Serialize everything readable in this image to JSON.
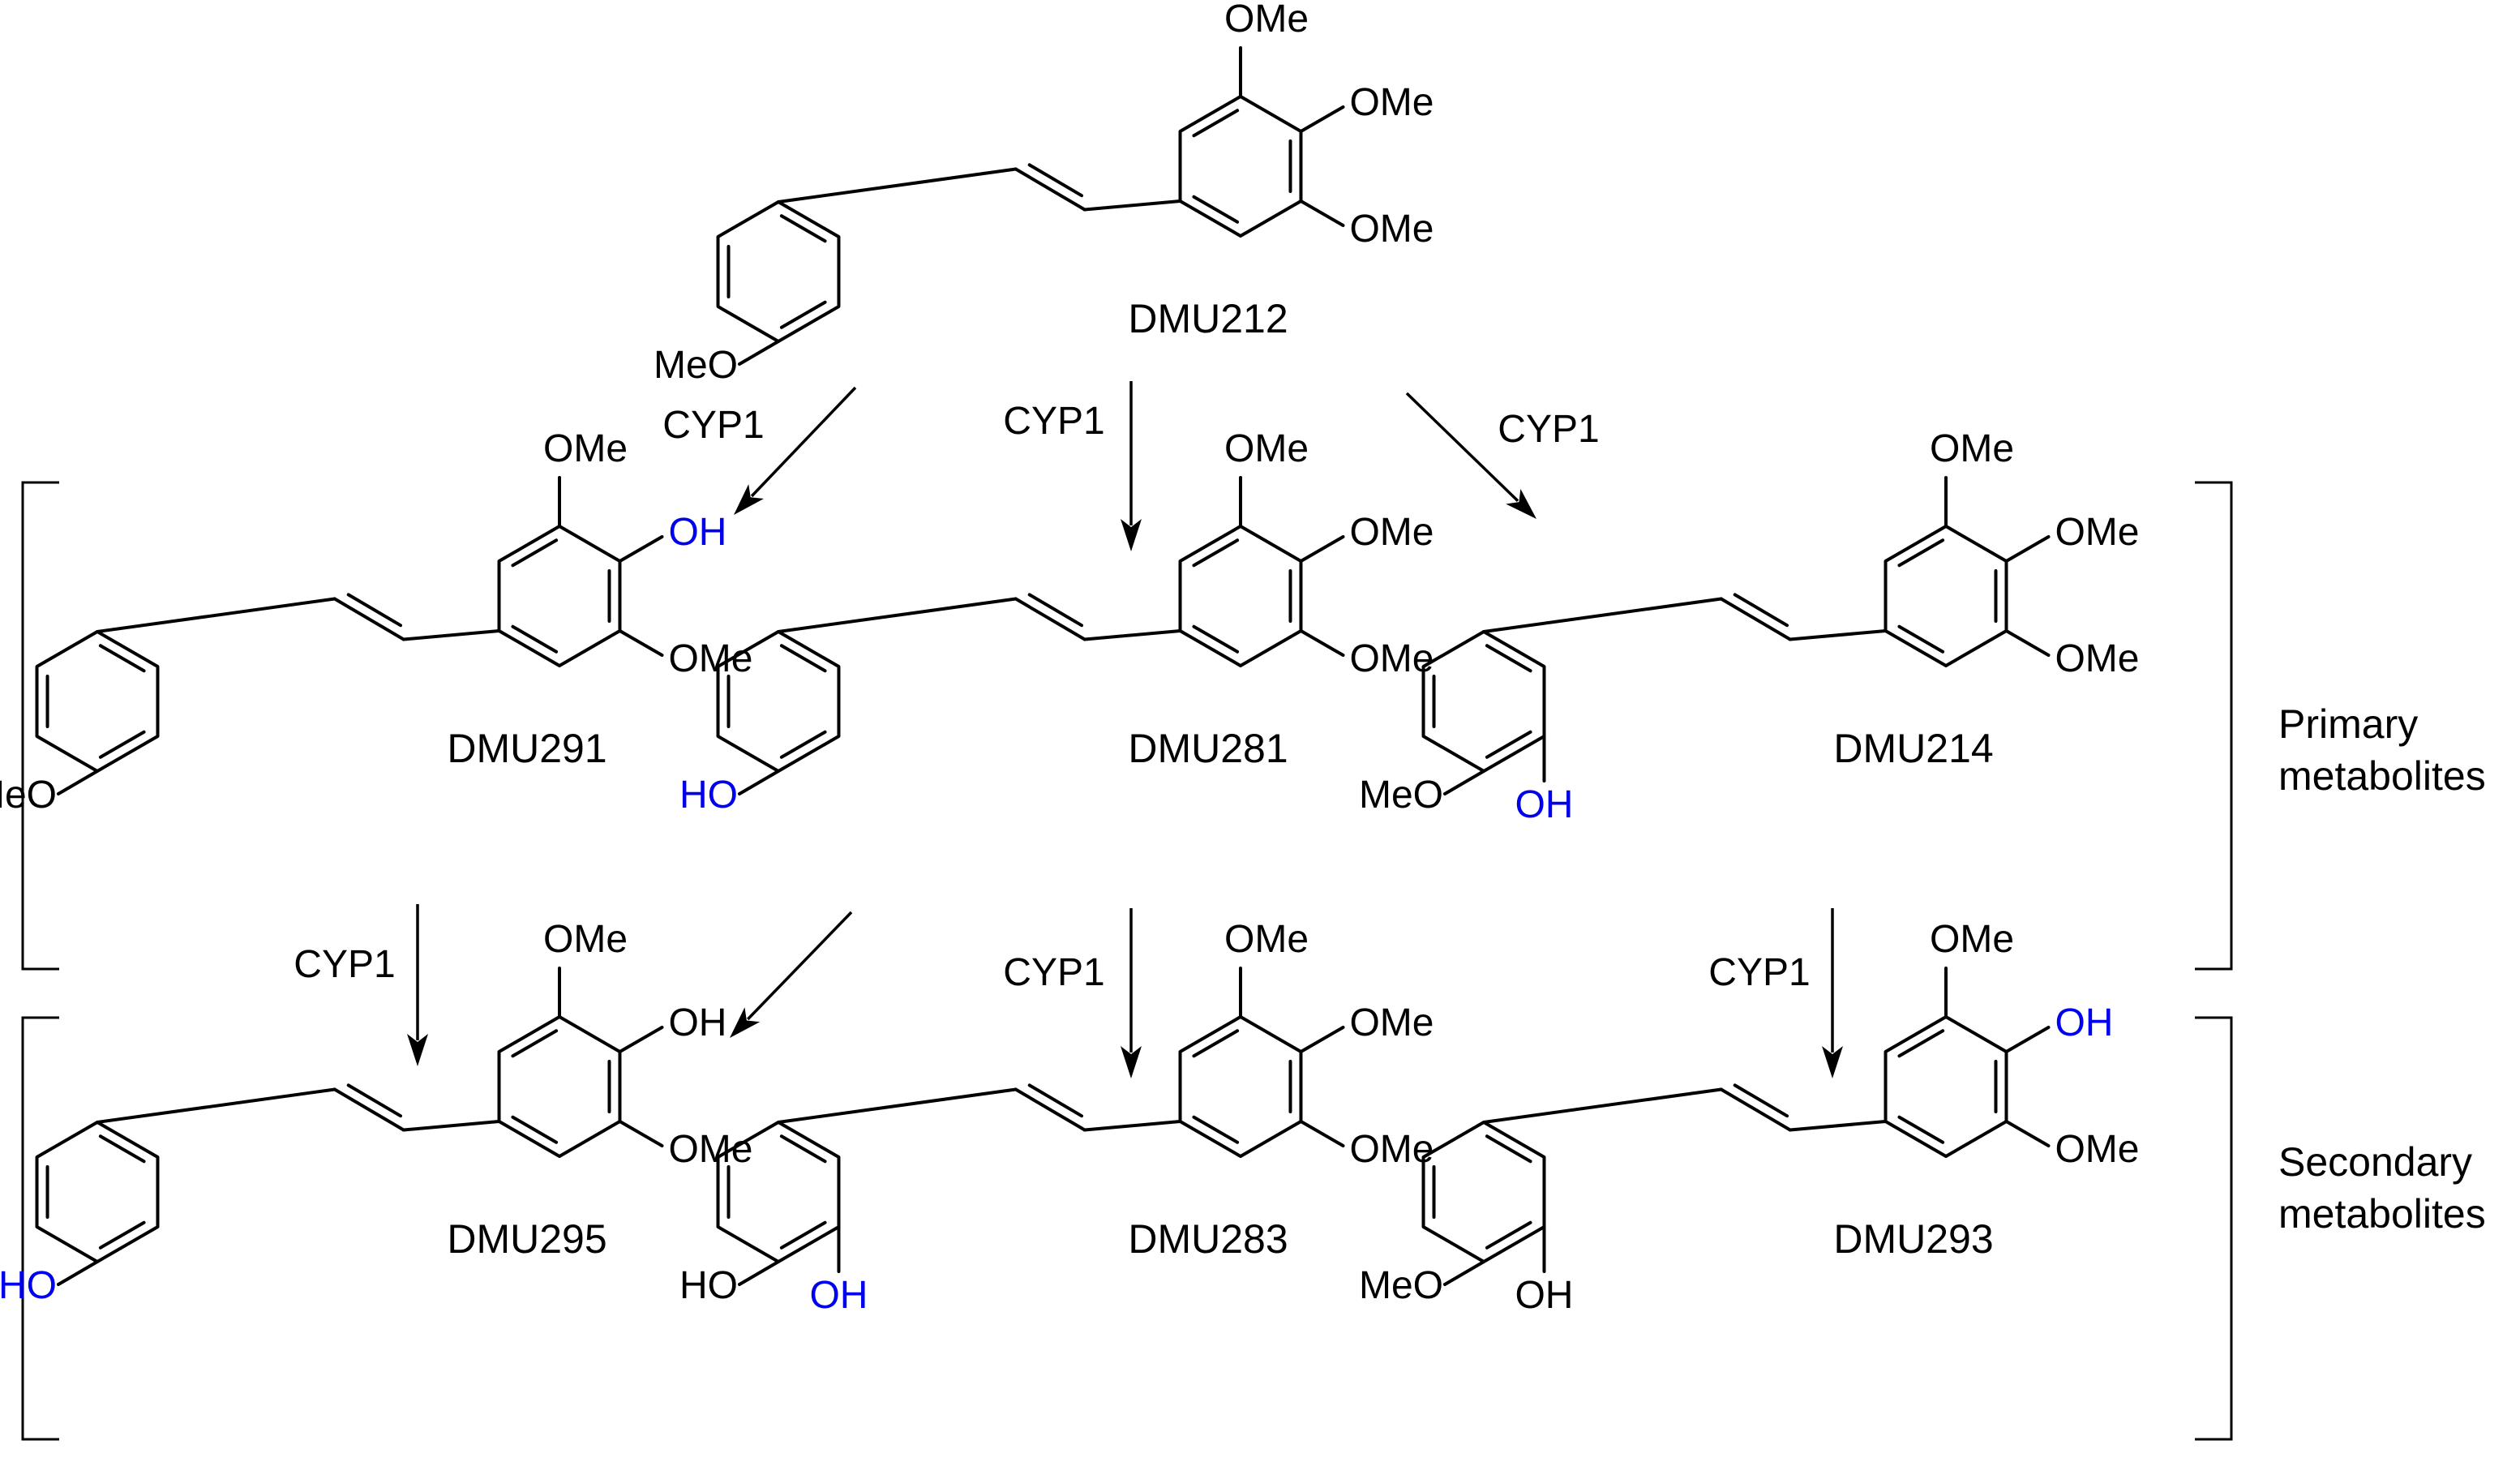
{
  "colors": {
    "highlight": "#0000ee",
    "ink": "#000000"
  },
  "enzyme_label": "CYP1",
  "groups": {
    "primary": "Primary\nmetabolites",
    "secondary": "Secondary\nmetabolites"
  },
  "compounds": [
    {
      "id": "DMU212",
      "name": "DMU212",
      "left": [
        {
          "text": "MeO",
          "pos": "para",
          "hl": false
        }
      ],
      "right": [
        {
          "text": "OMe",
          "pos": "3",
          "hl": false
        },
        {
          "text": "OMe",
          "pos": "4",
          "hl": false
        },
        {
          "text": "OMe",
          "pos": "5",
          "hl": false
        }
      ]
    },
    {
      "id": "DMU291",
      "name": "DMU291",
      "left": [
        {
          "text": "MeO",
          "pos": "para",
          "hl": false
        }
      ],
      "right": [
        {
          "text": "OMe",
          "pos": "3",
          "hl": false
        },
        {
          "text": "OH",
          "pos": "4",
          "hl": true
        },
        {
          "text": "OMe",
          "pos": "5",
          "hl": false
        }
      ]
    },
    {
      "id": "DMU281",
      "name": "DMU281",
      "left": [
        {
          "text": "HO",
          "pos": "para",
          "hl": true
        }
      ],
      "right": [
        {
          "text": "OMe",
          "pos": "3",
          "hl": false
        },
        {
          "text": "OMe",
          "pos": "4",
          "hl": false
        },
        {
          "text": "OMe",
          "pos": "5",
          "hl": false
        }
      ]
    },
    {
      "id": "DMU214",
      "name": "DMU214",
      "left": [
        {
          "text": "MeO",
          "pos": "para",
          "hl": false
        },
        {
          "text": "OH",
          "pos": "meta",
          "hl": true
        }
      ],
      "right": [
        {
          "text": "OMe",
          "pos": "3",
          "hl": false
        },
        {
          "text": "OMe",
          "pos": "4",
          "hl": false
        },
        {
          "text": "OMe",
          "pos": "5",
          "hl": false
        }
      ]
    },
    {
      "id": "DMU295",
      "name": "DMU295",
      "left": [
        {
          "text": "HO",
          "pos": "para",
          "hl": true
        }
      ],
      "right": [
        {
          "text": "OMe",
          "pos": "3",
          "hl": false
        },
        {
          "text": "OH",
          "pos": "4",
          "hl": false
        },
        {
          "text": "OMe",
          "pos": "5",
          "hl": false
        }
      ]
    },
    {
      "id": "DMU283",
      "name": "DMU283",
      "left": [
        {
          "text": "HO",
          "pos": "para",
          "hl": false
        },
        {
          "text": "OH",
          "pos": "meta",
          "hl": true
        }
      ],
      "right": [
        {
          "text": "OMe",
          "pos": "3",
          "hl": false
        },
        {
          "text": "OMe",
          "pos": "4",
          "hl": false
        },
        {
          "text": "OMe",
          "pos": "5",
          "hl": false
        }
      ]
    },
    {
      "id": "DMU293",
      "name": "DMU293",
      "left": [
        {
          "text": "MeO",
          "pos": "para",
          "hl": false
        },
        {
          "text": "OH",
          "pos": "meta",
          "hl": false
        }
      ],
      "right": [
        {
          "text": "OMe",
          "pos": "3",
          "hl": false
        },
        {
          "text": "OH",
          "pos": "4",
          "hl": true
        },
        {
          "text": "OMe",
          "pos": "5",
          "hl": false
        }
      ]
    }
  ],
  "reactions": [
    {
      "from": "DMU212",
      "to": "DMU291",
      "label": "CYP1"
    },
    {
      "from": "DMU212",
      "to": "DMU281",
      "label": "CYP1"
    },
    {
      "from": "DMU212",
      "to": "DMU214",
      "label": "CYP1"
    },
    {
      "from": "DMU291",
      "to": "DMU295",
      "label": "CYP1"
    },
    {
      "from": "DMU281",
      "to": "DMU295",
      "label": ""
    },
    {
      "from": "DMU281",
      "to": "DMU283",
      "label": "CYP1"
    },
    {
      "from": "DMU214",
      "to": "DMU293",
      "label": "CYP1"
    }
  ]
}
